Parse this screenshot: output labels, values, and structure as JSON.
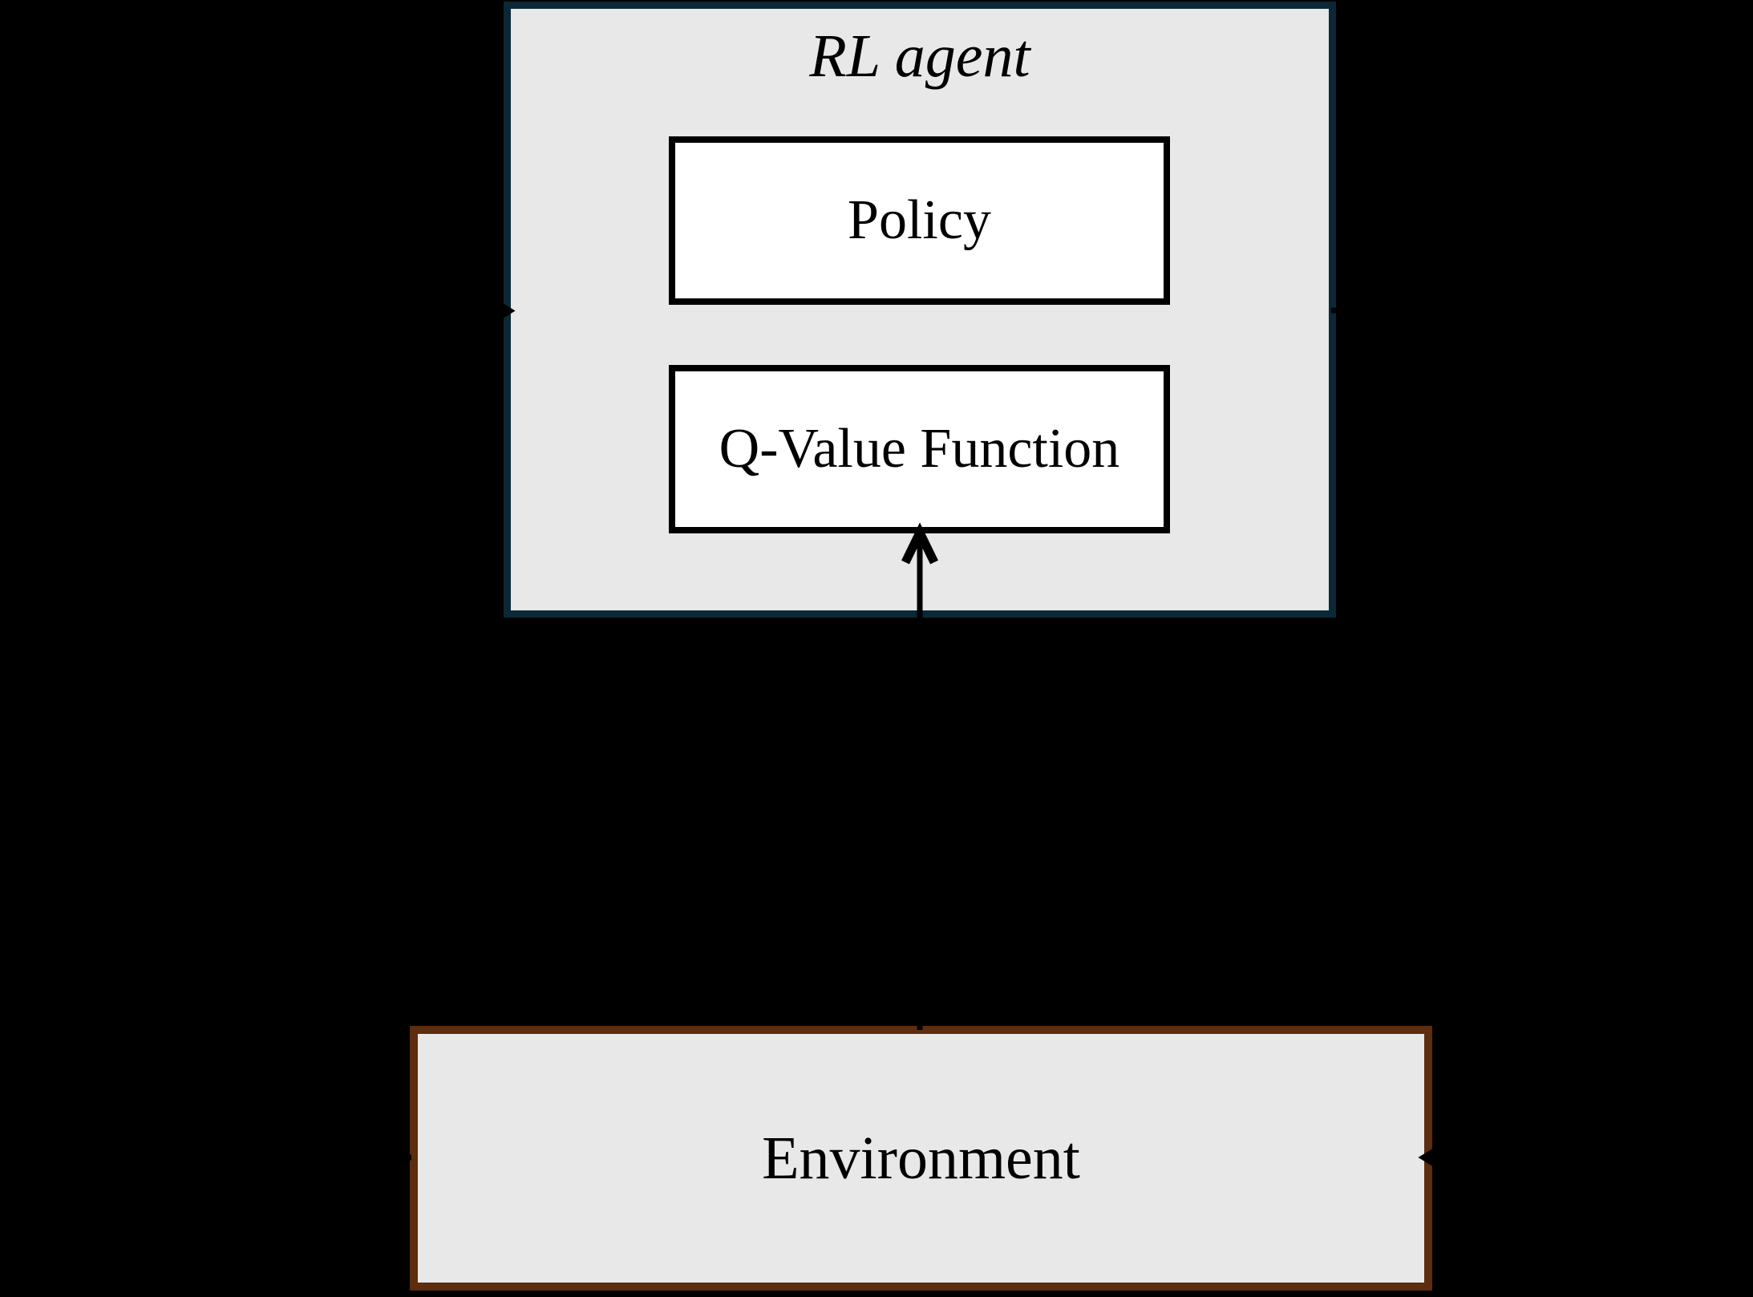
{
  "agent": {
    "title": "RL agent",
    "components": [
      {
        "label": "Policy"
      },
      {
        "label": "Q-Value Function"
      }
    ]
  },
  "environment": {
    "label": "Environment"
  },
  "arrows": [
    {
      "name": "env-to-agent-arrow",
      "from": "environment-left-edge",
      "to": "rl-agent-left-edge"
    },
    {
      "name": "agent-to-env-arrow",
      "from": "rl-agent-right-edge",
      "to": "environment-right-edge"
    },
    {
      "name": "env-to-qvalue-arrow",
      "from": "environment-top-edge",
      "to": "q-value-function-box"
    }
  ],
  "colors": {
    "background": "#000000",
    "agent_border": "#0c2836",
    "agent_fill": "#e8e8e8",
    "component_fill": "#ffffff",
    "component_border": "#000000",
    "environment_border": "#5c2d0e",
    "environment_fill": "#e8e8e8",
    "arrow": "#000000",
    "text": "#000000"
  }
}
